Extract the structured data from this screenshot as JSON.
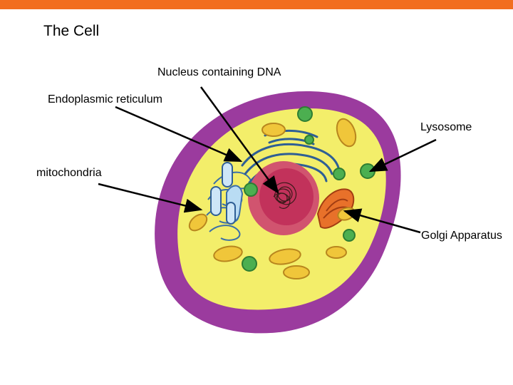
{
  "slide": {
    "title": "The Cell",
    "accent_color": "#f26e1f"
  },
  "labels": {
    "nucleus": "Nucleus containing DNA",
    "er": "Endoplasmic reticulum",
    "lysosome": "Lysosome",
    "mitochondria": "mitochondria",
    "golgi": "Golgi Apparatus"
  },
  "colors": {
    "membrane": "#9b3b9e",
    "cytoplasm": "#f3ee6a",
    "nucleus_outer": "#d1546f",
    "nucleus_inner": "#c2325b",
    "nucleolus": "#3a1a1a",
    "er": "#6fa5d6",
    "golgi": "#e8712a",
    "lysosome": "#4caf50",
    "mitochondria": "#f0c63a",
    "arrow": "#000000"
  }
}
